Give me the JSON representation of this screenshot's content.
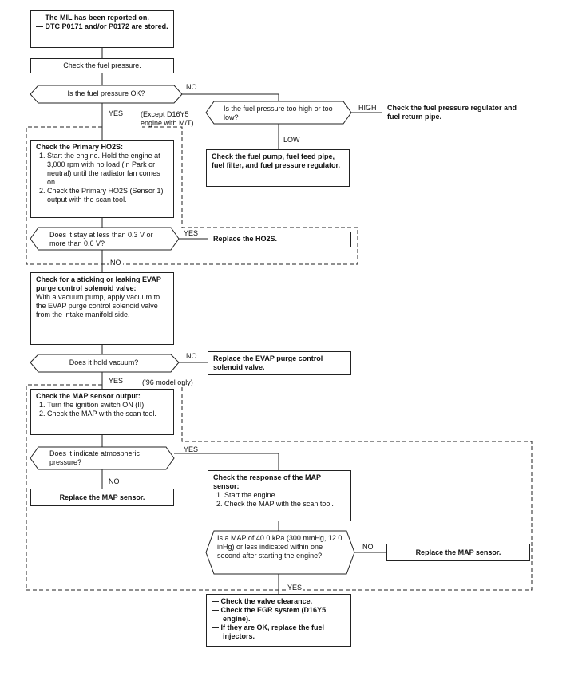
{
  "start": {
    "bullets": [
      "The MIL has been reported on.",
      "DTC P0171 and/or P0172 are stored."
    ]
  },
  "fuel_check": "Check the fuel pressure.",
  "q_fuel_ok": "Is the fuel pressure OK?",
  "q_too_high": "Is the fuel pressure too high or too low?",
  "reg_box": "Check the fuel pressure regulator and fuel return pipe.",
  "pump_box": "Check the fuel pump, fuel feed pipe, fuel filter, and fuel pressure regulator.",
  "labels": {
    "no": "NO",
    "yes": "YES",
    "high": "HIGH",
    "low": "LOW",
    "except": "(Except D16Y5 engine with M/T)",
    "model96": "('96 model only)"
  },
  "ho2s_check": {
    "title": "Check the Primary HO2S:",
    "steps": [
      "Start the engine. Hold the engine at 3,000 rpm with no load (in Park or neutral) until the radiator fan comes on.",
      "Check the Primary HO2S (Sensor 1) output with the scan tool."
    ]
  },
  "q_volt": "Does it stay at less than 0.3 V or more than 0.6 V?",
  "replace_ho2s": "Replace the HO2S.",
  "evap_check": {
    "title": "Check for a sticking or leaking EVAP purge control solenoid valve:",
    "body": "With a vacuum pump, apply vacuum to the EVAP purge control solenoid valve from the intake manifold side."
  },
  "q_vacuum": "Does it hold vacuum?",
  "replace_evap": "Replace the EVAP purge control solenoid valve.",
  "map_check": {
    "title": "Check the MAP sensor output:",
    "steps": [
      "Turn the ignition switch ON (II).",
      "Check the MAP with the scan tool."
    ]
  },
  "q_atm": "Does it indicate atmospheric pressure?",
  "replace_map_1": "Replace the MAP sensor.",
  "map_response": {
    "title": "Check the response of the MAP sensor:",
    "steps": [
      "Start the engine.",
      "Check the MAP with the scan tool."
    ]
  },
  "q_map_40": "Is a MAP of 40.0 kPa (300 mmHg, 12.0 inHg) or less indicated within one second after starting the engine?",
  "replace_map_2": "Replace the MAP sensor.",
  "final": {
    "bullets": [
      "Check the valve clearance.",
      "Check the EGR system (D16Y5 engine).",
      "If they are OK, replace the fuel injectors."
    ]
  }
}
